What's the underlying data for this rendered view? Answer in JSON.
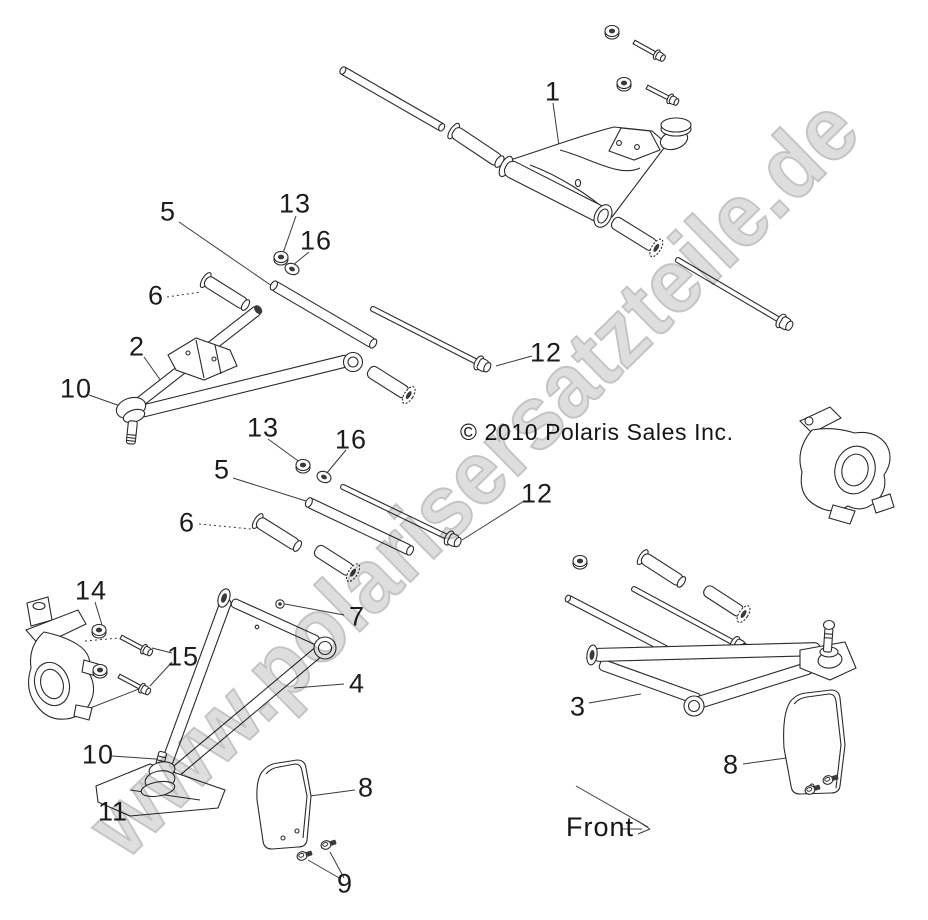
{
  "diagram": {
    "copyright": "© 2010 Polaris Sales Inc.",
    "front_label": "Front",
    "watermark_text": "www.polarisersatzteile.de",
    "watermark_fill": "#dedede",
    "watermark_outline": "#c4c4c4",
    "ink_color": "#2a2a2a"
  },
  "callouts": {
    "c1": "1",
    "c2": "2",
    "c3": "3",
    "c4": "4",
    "c5a": "5",
    "c5b": "5",
    "c6a": "6",
    "c6b": "6",
    "c7": "7",
    "c8a": "8",
    "c8b": "8",
    "c9": "9",
    "c10a": "10",
    "c10b": "10",
    "c11": "11",
    "c12a": "12",
    "c12b": "12",
    "c13a": "13",
    "c13b": "13",
    "c14": "14",
    "c15": "15",
    "c16a": "16",
    "c16b": "16"
  }
}
